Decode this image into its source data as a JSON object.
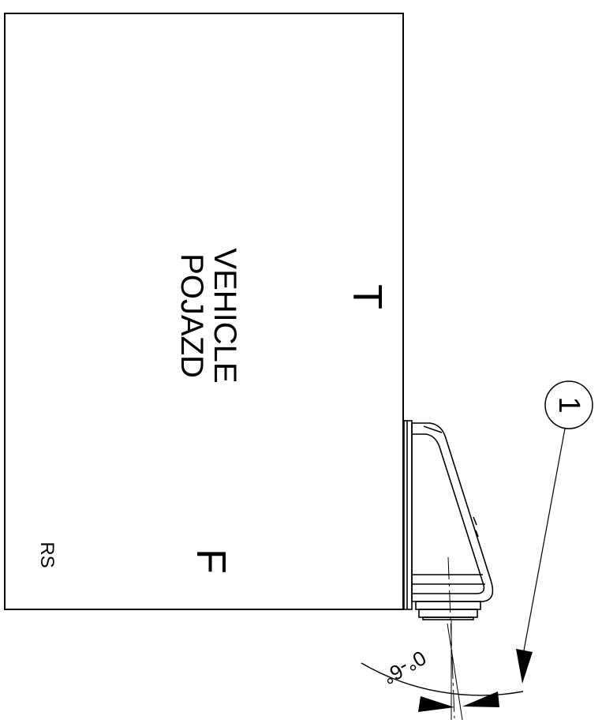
{
  "vehicle": {
    "label_line1": "VEHICLE",
    "label_line2": "POJAZD"
  },
  "markers": {
    "top": "T",
    "front": "F",
    "side": "RS"
  },
  "callout": {
    "number": "1"
  },
  "angle": {
    "text": "0°-6°"
  },
  "colors": {
    "ink": "#000000",
    "paper": "#ffffff"
  }
}
